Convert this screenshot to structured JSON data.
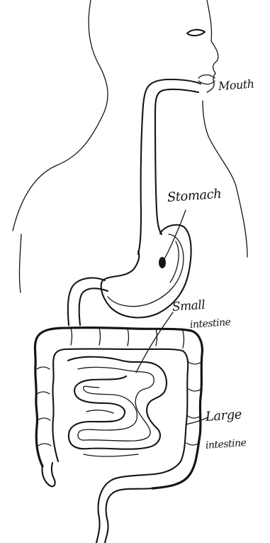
{
  "labels": {
    "mouth": "Mouth",
    "stomach": "Stomach",
    "small_intestine_line1": "Small",
    "small_intestine_line2": "intestine",
    "large_intestine_line1": "Large",
    "large_intestine_line2": "intestine"
  },
  "colors": {
    "ink": "#151515",
    "paper": "#ffffff"
  }
}
